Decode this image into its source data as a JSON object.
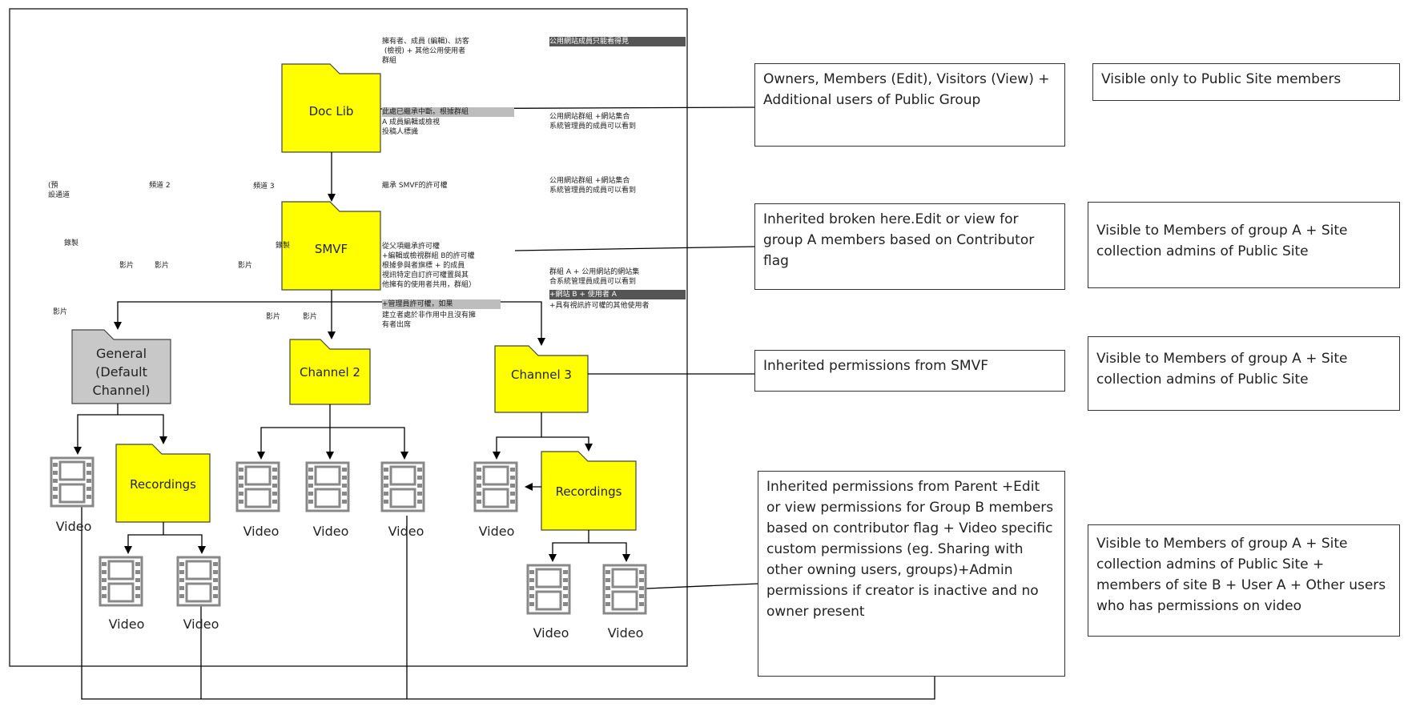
{
  "folders": {
    "doclib": "Doc Lib",
    "smvf": "SMVF",
    "general": [
      "General",
      "(Default",
      "Channel)"
    ],
    "channel2": "Channel 2",
    "channel3": "Channel 3",
    "recordings_a": "Recordings",
    "recordings_b": "Recordings"
  },
  "video_label": "Video",
  "mid_boxes": {
    "owners": "Owners, Members (Edit), Visitors (View) + Additional users of Public Group",
    "inherited_broken": "Inherited broken here.Edit or view for group A members based on Contributor flag",
    "inherited_smvf": "Inherited permissions from SMVF",
    "inherited_parent": "Inherited permissions from Parent +Edit or view permissions for Group B members based on contributor flag + Video specific custom permissions (eg. Sharing with other owning users, groups)+Admin permissions if creator is inactive and no owner present"
  },
  "right_boxes": {
    "visible_public": "Visible only to Public Site members",
    "visible_a1": "Visible to Members of group A + Site collection admins of Public Site",
    "visible_a2": "Visible to Members of group A + Site collection admins of Public Site",
    "visible_full": "Visible to Members of group A + Site collection admins of Public Site + members of site B + User A + Other users who has permissions on video"
  },
  "cjk_notes": {
    "n1": "擁有者、成員 (編輯)、訪客\n (檢視) + 其他公用使用者\n群組",
    "n2": "公用網站成員只能看得見",
    "n3a": "此處已繼承中斷。根據群組",
    "n3b": "A 成員編輯或檢視\n投稿人標識",
    "n4": "公用網站群組 +網站集合\n系統管理員的成員可以看到",
    "n5": "繼承 SMVF的許可權",
    "n6": "公用網站群組 +網站集合\n系統管理員的成員可以看到",
    "n7": "從父項繼承許可權\n+編輯或檢視群組 B的許可權\n根據參與者旗標 + 的成員\n視訊特定自訂許可權置與其\n他擁有的使用者共用，群組）",
    "n7b": "+管理員許可權，如果",
    "n7c": "建立者處於非作用中且沒有擁\n有者出席",
    "n8": "群組 A + 公用網站的網站集\n合系統管理員成員可以看到",
    "n8b": "+網站 B + 使用者 A",
    "n8c": "+具有視訊許可權的其他使用者",
    "ch1": "(預\n設通道",
    "ch2": "頻道 2",
    "ch3": "頻道 3",
    "rec1": "錄製",
    "rec2": "錄製",
    "v1": "影片",
    "v2": "影片",
    "v3": "影片",
    "v4": "影片",
    "v5": "影片",
    "v6": "影片"
  }
}
